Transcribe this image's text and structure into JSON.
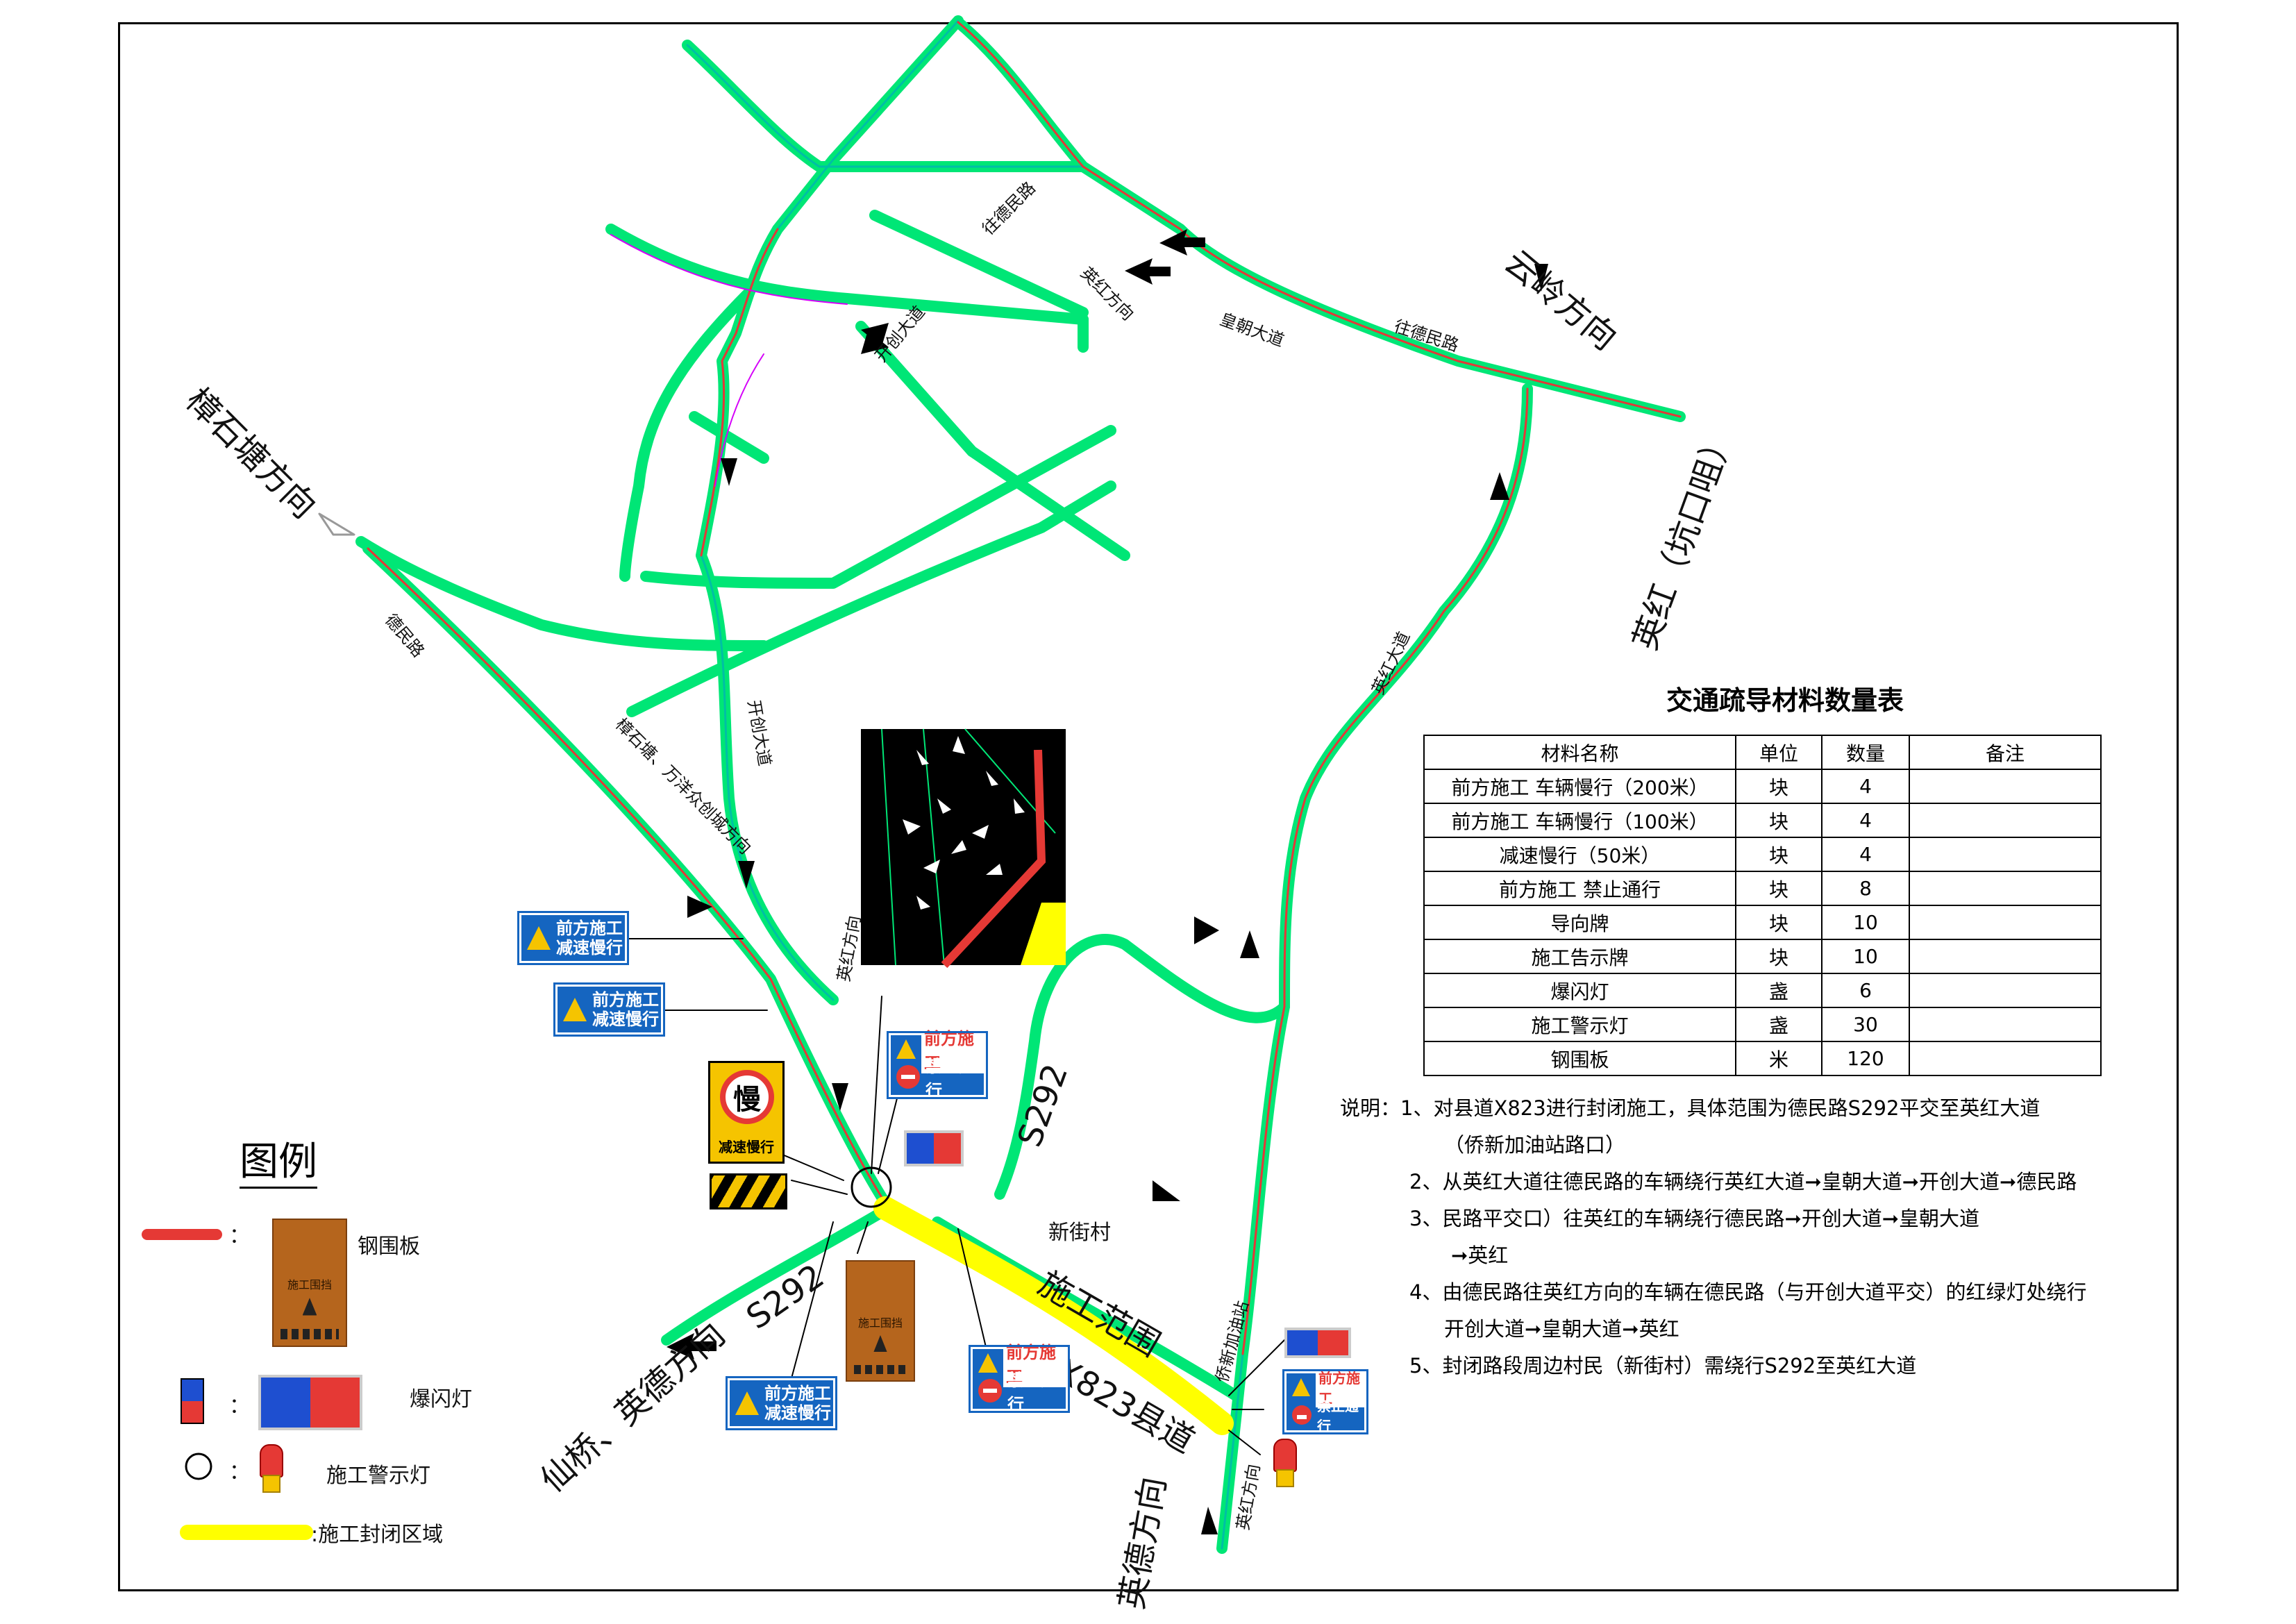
{
  "map_labels": {
    "yunling": "云岭方向",
    "zhangshitang": "樟石塘方向",
    "yinghong_kengkouju": "英红（坑口咀）",
    "dexuan_lu_nw": "德民路",
    "zhangshitang_wanyang": "樟石塘、万洋众创城方向",
    "wang_demin_1": "往德民路",
    "wang_demin_2": "往德民路",
    "yinghong_dir_1": "英红方向",
    "yinghong_dir_2": "英红方向",
    "yinghong_dir_3": "英红方向",
    "huangchao_dadao": "皇朝大道",
    "kaichuang_dadao_1": "开创大道",
    "kaichuang_dadao_2": "开创大道",
    "yinghong_dadao": "英红大道",
    "s292_1": "S292",
    "s292_2": "S292",
    "xianqiao_yingde": "仙桥、英德方向",
    "yingde_dir": "英德方向",
    "xinjie_cun": "新街村",
    "shigong_fanwei": "施工范围",
    "x823": "X823县道",
    "qiaoxin_gas": "侨新加油站"
  },
  "signs": {
    "slow_line1": "前方施工",
    "slow_line2": "减速慢行",
    "stop_line1": "前方施工",
    "stop_line2": "禁止通行",
    "man_char": "慢",
    "man_sub": "减速慢行",
    "board_text": "施工围挡"
  },
  "legend": {
    "title": "图例",
    "items": [
      {
        "label": "钢围板"
      },
      {
        "label": "爆闪灯"
      },
      {
        "label": "施工警示灯"
      },
      {
        "label": ":施工封闭区域"
      }
    ],
    "colon": "："
  },
  "table": {
    "title": "交通疏导材料数量表",
    "headers": [
      "材料名称",
      "单位",
      "数量",
      "备注"
    ],
    "rows": [
      [
        "前方施工 车辆慢行（200米）",
        "块",
        "4",
        ""
      ],
      [
        "前方施工 车辆慢行（100米）",
        "块",
        "4",
        ""
      ],
      [
        "减速慢行（50米）",
        "块",
        "4",
        ""
      ],
      [
        "前方施工 禁止通行",
        "块",
        "8",
        ""
      ],
      [
        "导向牌",
        "块",
        "10",
        ""
      ],
      [
        "施工告示牌",
        "块",
        "10",
        ""
      ],
      [
        "爆闪灯",
        "盏",
        "6",
        ""
      ],
      [
        "施工警示灯",
        "盏",
        "30",
        ""
      ],
      [
        "钢围板",
        "米",
        "120",
        ""
      ]
    ]
  },
  "notes": [
    "说明：1、对县道X823进行封闭施工，具体范围为德民路S292平交至英红大道",
    "（侨新加油站路口）",
    "2、从英红大道往德民路的车辆绕行英红大道➞皇朝大道➞开创大道➞德民路",
    "3、民路平交口）往英红的车辆绕行德民路➞开创大道➞皇朝大道",
    "➞英红",
    "4、由德民路往英红方向的车辆在德民路（与开创大道平交）的红绿灯处绕行",
    "开创大道➞皇朝大道➞英红",
    "5、封闭路段周边村民（新街村）需绕行S292至英红大道"
  ],
  "colors": {
    "road": "#00e676",
    "road_edge": "#00bfa5",
    "centerline": "#e53935",
    "closure": "#ffff00",
    "sign_blue": "#1565c0"
  }
}
